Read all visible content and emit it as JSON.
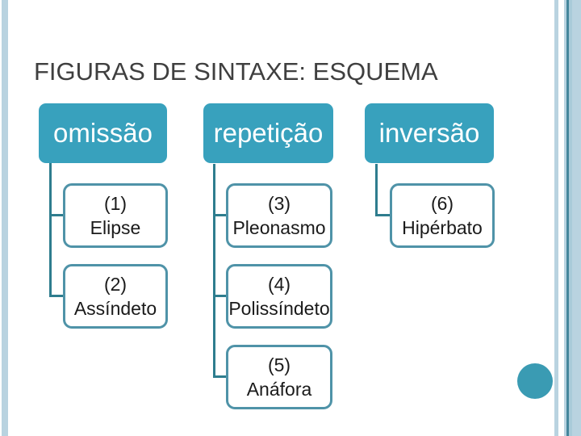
{
  "slide": {
    "title": "FIGURAS DE SINTAXE: ESQUEMA"
  },
  "diagram": {
    "type": "hierarchy",
    "columns": [
      {
        "parent": "omissão",
        "children": [
          {
            "number": "(1)",
            "name": "Elipse"
          },
          {
            "number": "(2)",
            "name": "Assíndeto"
          }
        ]
      },
      {
        "parent": "repetição",
        "children": [
          {
            "number": "(3)",
            "name": "Pleonasmo"
          },
          {
            "number": "(4)",
            "name": "Polissíndeto"
          },
          {
            "number": "(5)",
            "name": "Anáfora"
          }
        ]
      },
      {
        "parent": "inversão",
        "children": [
          {
            "number": "(6)",
            "name": "Hipérbato"
          }
        ]
      }
    ]
  },
  "colors": {
    "parent_fill": "#38a1bd",
    "parent_text": "#ffffff",
    "child_fill": "#ffffff",
    "child_border": "#4f93a8",
    "child_text": "#1a1a1a",
    "connector": "#2e7d8e",
    "title_text": "#3f3f3f",
    "accent_circle": "#3a9bb3",
    "edge_stripe_light": "#b9d3e0",
    "edge_stripe_dark": "#45869c"
  }
}
